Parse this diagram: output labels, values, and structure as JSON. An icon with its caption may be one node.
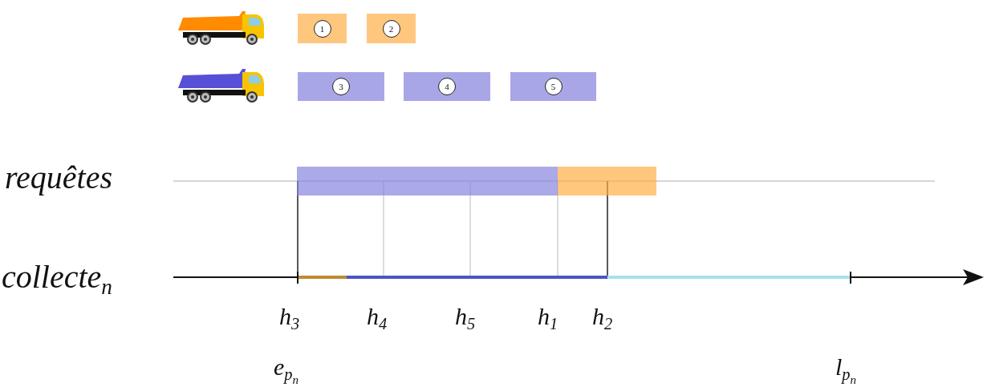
{
  "diagram": {
    "nodes": [
      {
        "text": [
          "1"
        ]
      },
      {
        "text": [
          "2"
        ]
      },
      {
        "text": [
          "3"
        ]
      },
      {
        "text": [
          "4"
        ]
      },
      {
        "text": [
          "5"
        ]
      },
      {
        "text": [],
        "shape": "bar"
      },
      {
        "text": [],
        "shape": "bar"
      }
    ],
    "labels": [
      "requêtes",
      "collecte$_{n}$",
      "h$_{3}$",
      "h$_{4}$",
      "h$_{5}$",
      "h$_{1}$",
      "h$_{2}$",
      "e$_{p}$$_{n}$",
      "l$_{p}$$_{n}$"
    ]
  }
}
